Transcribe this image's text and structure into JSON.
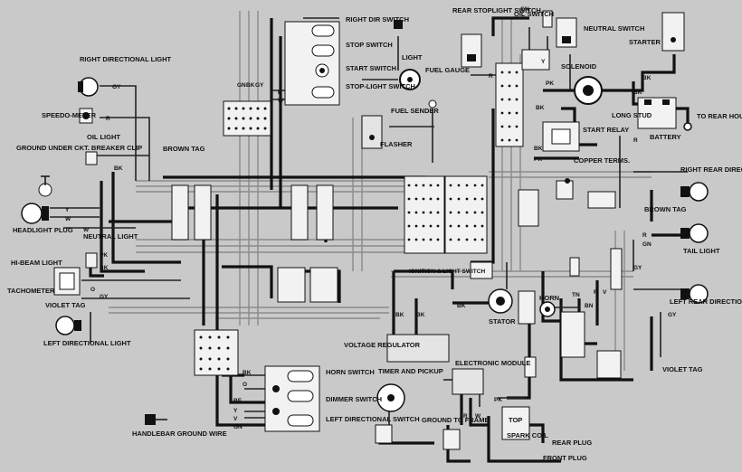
{
  "components": {
    "right_dir_switch": "RIGHT DIR SWITCH",
    "stop_switch": "STOP SWITCH",
    "start_switch": "START SWITCH",
    "stoplight_switch": "STOP-LIGHT SWITCH",
    "light": "LIGHT",
    "fuel_gauge": "FUEL GAUGE",
    "fuel_sender": "FUEL SENDER",
    "flasher": "FLASHER",
    "rear_stoplight_switch": "REAR STOPLIGHT SWITCH",
    "oil_switch": "OIL SWITCH",
    "neutral_switch": "NEUTRAL SWITCH",
    "starter": "STARTER",
    "solenoid": "SOLENOID",
    "long_stud": "LONG STUD",
    "start_relay": "START RELAY",
    "battery": "BATTERY",
    "to_rear_housing_stud": "TO REAR HOUSING STUD",
    "copper_terms": "COPPER TERMS.",
    "right_rear_directional_light": "RIGHT REAR DIRECTIONAL LIGHT",
    "brown_tag_right": "BROWN TAG",
    "tail_light": "TAIL LIGHT",
    "left_rear_directional_light": "LEFT REAR DIRECTIONAL LIGHT",
    "violet_tag_right": "VIOLET TAG",
    "right_directional_light": "RIGHT DIRECTIONAL LIGHT",
    "speedometer": "SPEEDO-METER",
    "oil_light": "OIL LIGHT",
    "ground_under_breaker": "GROUND UNDER CKT. BREAKER CLIP",
    "brown_tag_left": "BROWN TAG",
    "headlight_plug": "HEADLIGHT PLUG",
    "neutral_light": "NEUTRAL LIGHT",
    "hibeam_light": "HI-BEAM LIGHT",
    "tachometer": "TACHOMETER",
    "violet_tag_left": "VIOLET TAG",
    "left_directional_light": "LEFT DIRECTIONAL LIGHT",
    "ignition_light_switch": "IGNITION & LIGHT SWITCH",
    "stator": "STATOR",
    "horn": "HORN",
    "voltage_regulator": "VOLTAGE REGULATOR",
    "electronic_module": "ELECTRONIC MODULE",
    "timer_pickup": "TIMER AND PICKUP",
    "ground_to_frame": "GROUND TO FRAME",
    "top": "TOP",
    "spark_coil": "SPARK COIL",
    "rear_plug": "REAR PLUG",
    "front_plug": "FRONT PLUG",
    "horn_switch": "HORN SWITCH",
    "dimmer_switch": "DIMMER SWITCH",
    "left_directional_switch": "LEFT DIRECTIONAL SWITCH",
    "handlebar_ground_wire": "HANDLEBAR GROUND WIRE"
  },
  "wire_codes": {
    "gy": "GY",
    "r": "R",
    "bk": "BK",
    "y": "Y",
    "w": "W",
    "pk": "PK",
    "bn": "BN",
    "gn": "GN",
    "o": "O",
    "be": "BE",
    "v": "V",
    "tn": "TN"
  }
}
